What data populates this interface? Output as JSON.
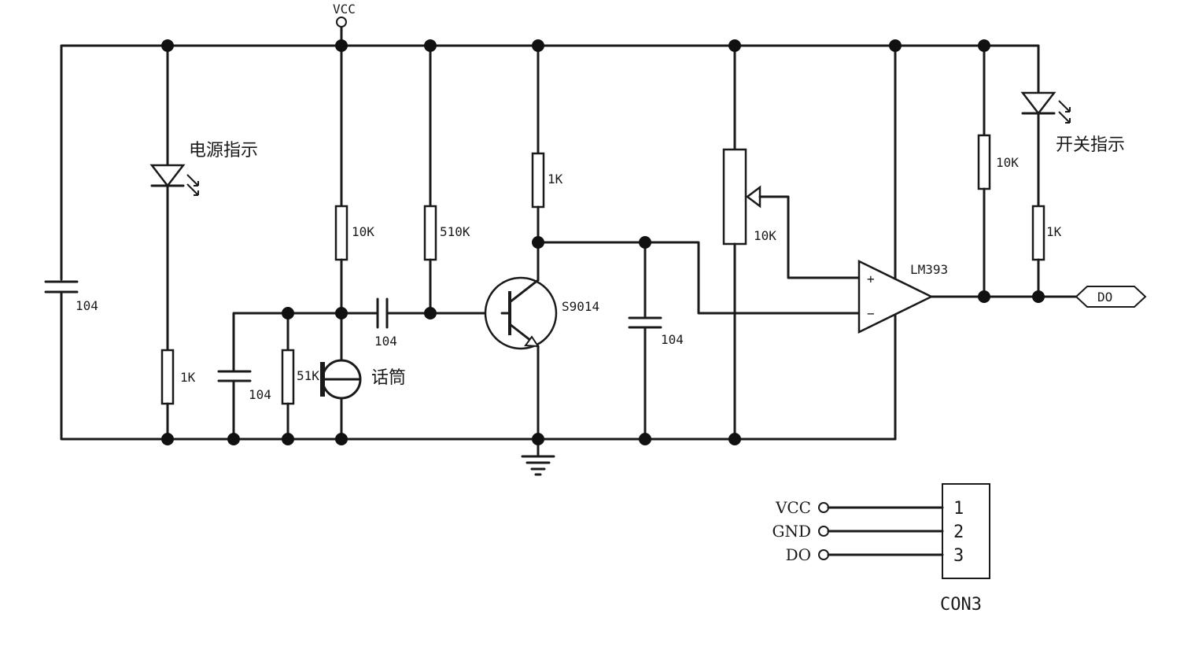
{
  "labels": {
    "vcc_top": "VCC",
    "cap_left": "104",
    "power_indicator": "电源指示",
    "r_led1": "1K",
    "cap_mic_left": "104",
    "r_51k": "51K",
    "mic": "话筒",
    "r_10k_bias": "10K",
    "cap_coupling": "104",
    "r_510k": "510K",
    "r_collector": "1K",
    "transistor": "S9014",
    "cap_mid": "104",
    "pot": "10K",
    "comparator": "LM393",
    "plus": "+",
    "minus": "−",
    "r_pullup": "10K",
    "r_led2": "1K",
    "switch_indicator": "开关指示",
    "do_out": "DO"
  },
  "connector": {
    "name": "CON3",
    "pins": [
      {
        "label": "VCC",
        "number": "1"
      },
      {
        "label": "GND",
        "number": "2"
      },
      {
        "label": "DO",
        "number": "3"
      }
    ]
  }
}
